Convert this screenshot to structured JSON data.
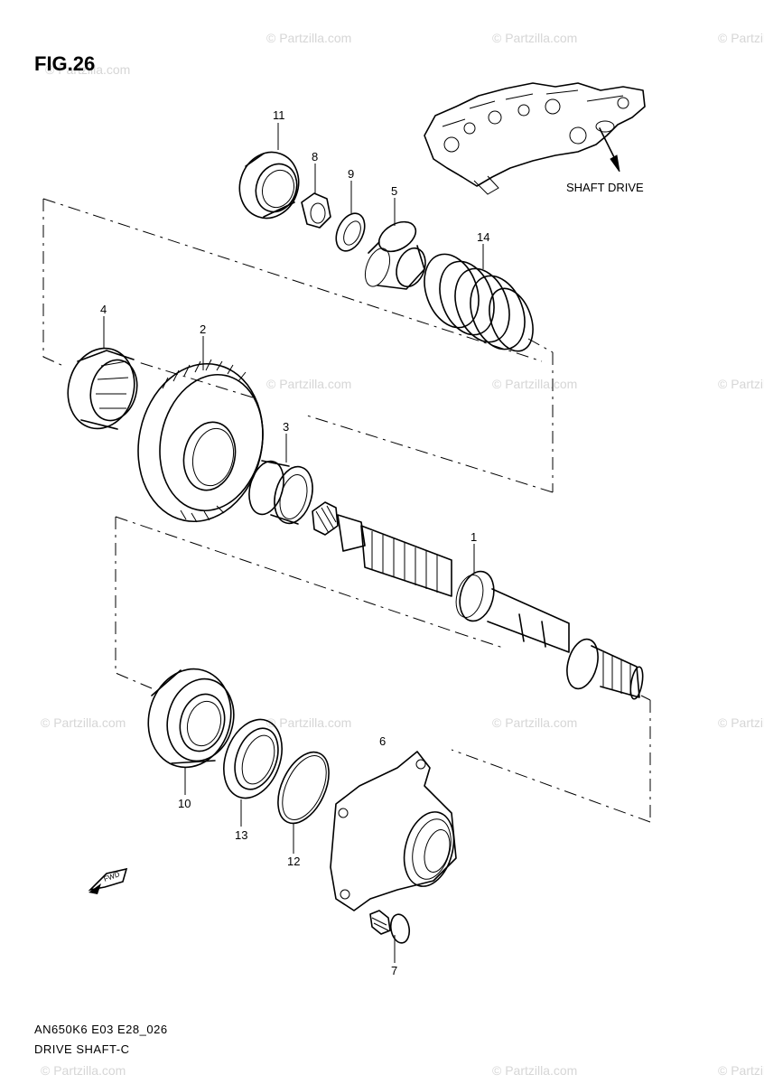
{
  "figure": {
    "title": "FIG.26",
    "code": "AN650K6 E03 E28_026",
    "name": "DRIVE SHAFT-C",
    "inset_label": "SHAFT DRIVE",
    "watermark": "© Partzilla.com"
  },
  "callouts": [
    {
      "id": "1",
      "label": "1"
    },
    {
      "id": "2",
      "label": "2"
    },
    {
      "id": "3",
      "label": "3"
    },
    {
      "id": "4",
      "label": "4"
    },
    {
      "id": "5",
      "label": "5"
    },
    {
      "id": "6",
      "label": "6"
    },
    {
      "id": "7",
      "label": "7"
    },
    {
      "id": "8",
      "label": "8"
    },
    {
      "id": "9",
      "label": "9"
    },
    {
      "id": "10",
      "label": "10"
    },
    {
      "id": "11",
      "label": "11"
    },
    {
      "id": "12",
      "label": "12"
    },
    {
      "id": "13",
      "label": "13"
    },
    {
      "id": "14",
      "label": "14"
    }
  ],
  "icons": {
    "front_arrow": "front-arrow-icon"
  }
}
